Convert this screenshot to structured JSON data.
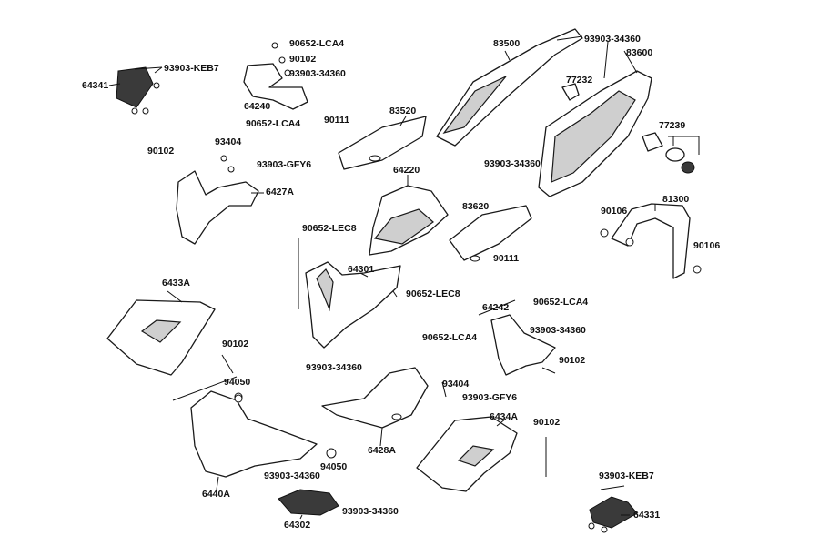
{
  "labels": {
    "l64341": "64341",
    "l93903keb7a": "93903-KEB7",
    "l90652lca4a": "90652-LCA4",
    "l90102a": "90102",
    "l93903_34360a": "93903-34360",
    "l64240": "64240",
    "l83500": "83500",
    "l93903_34360b": "93903-34360",
    "l83600": "83600",
    "l77232": "77232",
    "l83520": "83520",
    "l90111a": "90111",
    "l90652lca4b": "90652-LCA4",
    "l90102b": "90102",
    "l93404a": "93404",
    "l93903gfy6a": "93903-GFY6",
    "l6427a": "6427A",
    "l93903_34360c": "93903-34360",
    "l77239": "77239",
    "l64220": "64220",
    "l83620": "83620",
    "l90106a": "90106",
    "l81300": "81300",
    "l90652lec8a": "90652-LEC8",
    "l90111b": "90111",
    "l90106b": "90106",
    "l64301": "64301",
    "l90652lec8b": "90652-LEC8",
    "l6433a": "6433A",
    "l64242": "64242",
    "l90652lca4c": "90652-LCA4",
    "l93903_34360d": "93903-34360",
    "l90652lca4d": "90652-LCA4",
    "l90102c": "90102",
    "l93903_34360e": "93903-34360",
    "l90102d": "90102",
    "l94050a": "94050",
    "l93404b": "93404",
    "l93903gfy6b": "93903-GFY6",
    "l6434a": "6434A",
    "l90102e": "90102",
    "l6428a": "6428A",
    "l94050b": "94050",
    "l93903_34360f": "93903-34360",
    "l6440a": "6440A",
    "l93903_34360g": "93903-34360",
    "l64302": "64302",
    "l93903keb7b": "93903-KEB7",
    "l64331": "64331"
  }
}
